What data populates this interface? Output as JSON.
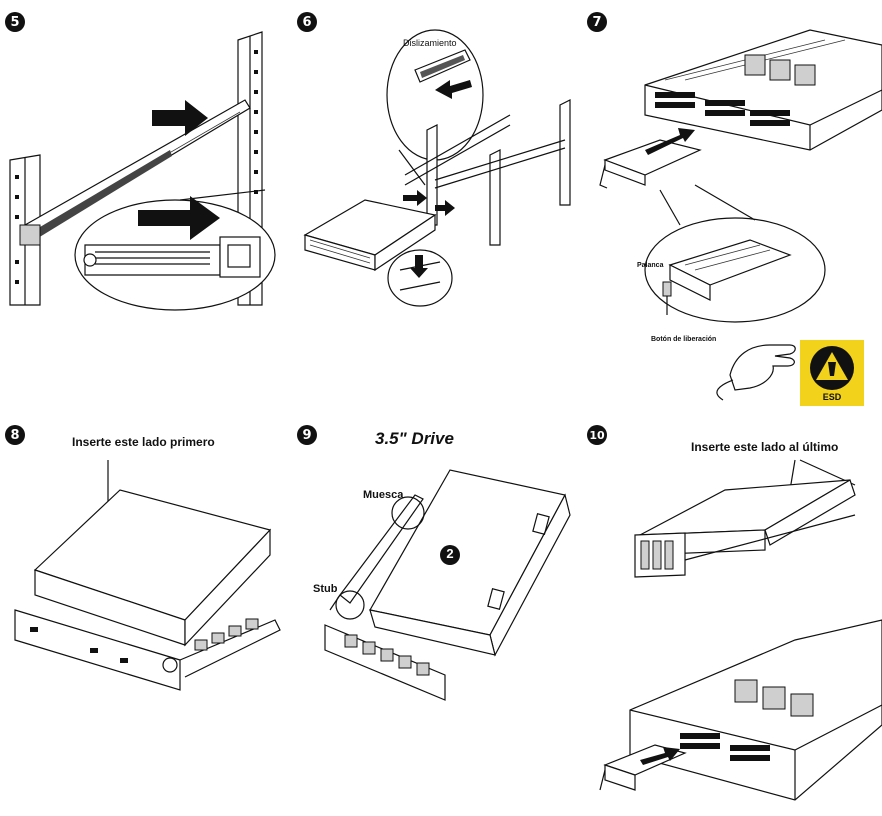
{
  "steps": [
    {
      "number": "5"
    },
    {
      "number": "6",
      "label_slide": "Dislizamiento"
    },
    {
      "number": "7",
      "label_lever": "Palanca",
      "label_release": "Botón de liberación",
      "esd_text": "ESD"
    },
    {
      "number": "8",
      "label_insert_first": "Inserte este lado primero"
    },
    {
      "number": "9",
      "title": "3.5\" Drive",
      "label_notch": "Muesca",
      "label_stub": "Stub",
      "callout": "2"
    },
    {
      "number": "10",
      "label_insert_last": "Inserte este lado al último"
    }
  ],
  "colors": {
    "esd_yellow": "#f2d21a",
    "ink": "#111111"
  }
}
